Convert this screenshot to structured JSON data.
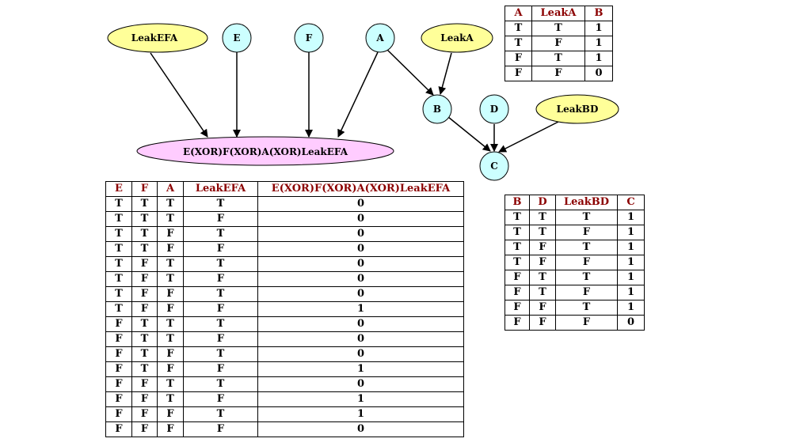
{
  "diagram": {
    "nodes": {
      "leakefa": "LeakEFA",
      "e": "E",
      "f": "F",
      "a": "A",
      "leaka": "LeakA",
      "b": "B",
      "d": "D",
      "leakbd": "LeakBD",
      "c": "C",
      "xor": "E(XOR)F(XOR)A(XOR)LeakEFA"
    },
    "colors": {
      "variable_node": "#ccffff",
      "leak_node": "#ffff99",
      "xor_node": "#ffccff",
      "header_text": "#8b0000"
    }
  },
  "tables": {
    "efa": {
      "headers": [
        "E",
        "F",
        "A",
        "LeakEFA",
        "E(XOR)F(XOR)A(XOR)LeakEFA"
      ],
      "rows": [
        [
          "T",
          "T",
          "T",
          "T",
          "0"
        ],
        [
          "T",
          "T",
          "T",
          "F",
          "0"
        ],
        [
          "T",
          "T",
          "F",
          "T",
          "0"
        ],
        [
          "T",
          "T",
          "F",
          "F",
          "0"
        ],
        [
          "T",
          "F",
          "T",
          "T",
          "0"
        ],
        [
          "T",
          "F",
          "T",
          "F",
          "0"
        ],
        [
          "T",
          "F",
          "F",
          "T",
          "0"
        ],
        [
          "T",
          "F",
          "F",
          "F",
          "1"
        ],
        [
          "F",
          "T",
          "T",
          "T",
          "0"
        ],
        [
          "F",
          "T",
          "T",
          "F",
          "0"
        ],
        [
          "F",
          "T",
          "F",
          "T",
          "0"
        ],
        [
          "F",
          "T",
          "F",
          "F",
          "1"
        ],
        [
          "F",
          "F",
          "T",
          "T",
          "0"
        ],
        [
          "F",
          "F",
          "T",
          "F",
          "1"
        ],
        [
          "F",
          "F",
          "F",
          "T",
          "1"
        ],
        [
          "F",
          "F",
          "F",
          "F",
          "0"
        ]
      ]
    },
    "leaka": {
      "headers": [
        "A",
        "LeakA",
        "B"
      ],
      "rows": [
        [
          "T",
          "T",
          "1"
        ],
        [
          "T",
          "F",
          "1"
        ],
        [
          "F",
          "T",
          "1"
        ],
        [
          "F",
          "F",
          "0"
        ]
      ]
    },
    "bd": {
      "headers": [
        "B",
        "D",
        "LeakBD",
        "C"
      ],
      "rows": [
        [
          "T",
          "T",
          "T",
          "1"
        ],
        [
          "T",
          "T",
          "F",
          "1"
        ],
        [
          "T",
          "F",
          "T",
          "1"
        ],
        [
          "T",
          "F",
          "F",
          "1"
        ],
        [
          "F",
          "T",
          "T",
          "1"
        ],
        [
          "F",
          "T",
          "F",
          "1"
        ],
        [
          "F",
          "F",
          "T",
          "1"
        ],
        [
          "F",
          "F",
          "F",
          "0"
        ]
      ]
    }
  }
}
